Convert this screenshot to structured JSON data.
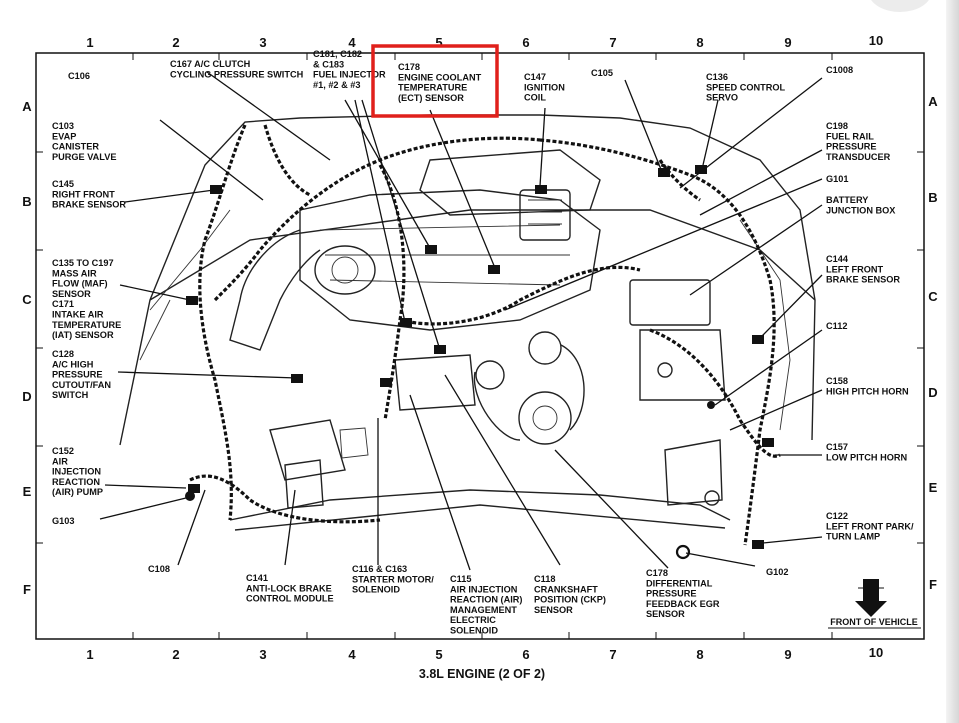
{
  "title": "3.8L ENGINE (2 OF 2)",
  "front_label": "FRONT OF VEHICLE",
  "grid": {
    "columns": [
      "1",
      "2",
      "3",
      "4",
      "5",
      "6",
      "7",
      "8",
      "9",
      "10"
    ],
    "rows": [
      "A",
      "B",
      "C",
      "D",
      "E",
      "F"
    ]
  },
  "highlight": {
    "target": "C178 ENGINE COOLANT TEMPERATURE (ECT) SENSOR",
    "color": "#e0201b"
  },
  "labels": [
    {
      "id": "c106",
      "lines": [
        "C106"
      ]
    },
    {
      "id": "c167",
      "lines": [
        "C167 A/C CLUTCH",
        "CYCLING PRESSURE SWITCH"
      ]
    },
    {
      "id": "c181",
      "lines": [
        "C181, C182",
        "& C183",
        "FUEL INJECTOR",
        "#1, #2 & #3"
      ]
    },
    {
      "id": "c178-ect",
      "lines": [
        "C178",
        "ENGINE COOLANT",
        "TEMPERATURE",
        "(ECT) SENSOR"
      ]
    },
    {
      "id": "c147",
      "lines": [
        "C147",
        "IGNITION",
        "COIL"
      ]
    },
    {
      "id": "c105",
      "lines": [
        "C105"
      ]
    },
    {
      "id": "c136",
      "lines": [
        "C136",
        "SPEED CONTROL",
        "SERVO"
      ]
    },
    {
      "id": "c1008",
      "lines": [
        "C1008"
      ]
    },
    {
      "id": "c103",
      "lines": [
        "C103",
        "EVAP",
        "CANISTER",
        "PURGE VALVE"
      ]
    },
    {
      "id": "c198",
      "lines": [
        "C198",
        "FUEL RAIL",
        "PRESSURE",
        "TRANSDUCER"
      ]
    },
    {
      "id": "c145",
      "lines": [
        "C145",
        "RIGHT FRONT",
        "BRAKE SENSOR"
      ]
    },
    {
      "id": "g101",
      "lines": [
        "G101"
      ]
    },
    {
      "id": "battery-jb",
      "lines": [
        "BATTERY",
        "JUNCTION BOX"
      ]
    },
    {
      "id": "c135",
      "lines": [
        "C135 TO C197",
        "MASS AIR",
        "FLOW (MAF)",
        "SENSOR",
        "C171",
        "INTAKE AIR",
        "TEMPERATURE",
        "(IAT) SENSOR"
      ]
    },
    {
      "id": "c144",
      "lines": [
        "C144",
        "LEFT FRONT",
        "BRAKE SENSOR"
      ]
    },
    {
      "id": "c112",
      "lines": [
        "C112"
      ]
    },
    {
      "id": "c128",
      "lines": [
        "C128",
        "A/C HIGH",
        "PRESSURE",
        "CUTOUT/FAN",
        "SWITCH"
      ]
    },
    {
      "id": "c158",
      "lines": [
        "C158",
        "HIGH PITCH HORN"
      ]
    },
    {
      "id": "c152",
      "lines": [
        "C152",
        "AIR",
        "INJECTION",
        "REACTION",
        "(AIR) PUMP"
      ]
    },
    {
      "id": "c157",
      "lines": [
        "C157",
        "LOW PITCH HORN"
      ]
    },
    {
      "id": "g103",
      "lines": [
        "G103"
      ]
    },
    {
      "id": "c122",
      "lines": [
        "C122",
        "LEFT FRONT PARK/",
        "TURN LAMP"
      ]
    },
    {
      "id": "c108",
      "lines": [
        "C108"
      ]
    },
    {
      "id": "g102",
      "lines": [
        "G102"
      ]
    },
    {
      "id": "c141",
      "lines": [
        "C141",
        "ANTI-LOCK BRAKE",
        "CONTROL MODULE"
      ]
    },
    {
      "id": "c116",
      "lines": [
        "C116 & C163",
        "STARTER MOTOR/",
        "SOLENOID"
      ]
    },
    {
      "id": "c115",
      "lines": [
        "C115",
        "AIR INJECTION",
        "REACTION (AIR)",
        "MANAGEMENT",
        "ELECTRIC",
        "SOLENOID"
      ]
    },
    {
      "id": "c118",
      "lines": [
        "C118",
        "CRANKSHAFT",
        "POSITION (CKP)",
        "SENSOR"
      ]
    },
    {
      "id": "c178-dpfe",
      "lines": [
        "C178",
        "DIFFERENTIAL",
        "PRESSURE",
        "FEEDBACK EGR",
        "SENSOR"
      ]
    }
  ]
}
